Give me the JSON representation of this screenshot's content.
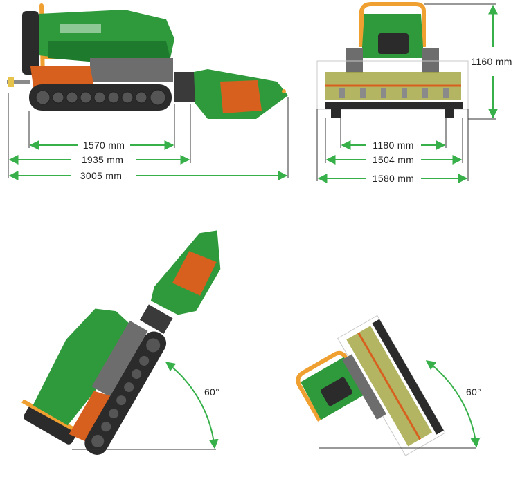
{
  "colors": {
    "dimension_line": "#37b04a",
    "body_green": "#2f9a3c",
    "body_green_dark": "#1e7a2c",
    "orange": "#d8601f",
    "roll_bar": "#f0a030",
    "track": "#2b2b2b",
    "metal_grey": "#7a7a7a",
    "flail_olive": "#a6a848",
    "text": "#222222"
  },
  "side_view": {
    "dim_width_1": "1570 mm",
    "dim_width_2": "1935 mm",
    "dim_width_total": "3005 mm"
  },
  "front_view": {
    "dim_height": "1160 mm",
    "dim_width_1": "1180 mm",
    "dim_width_2": "1504 mm",
    "dim_width_total": "1580 mm"
  },
  "side_slope_view": {
    "angle_label": "60°"
  },
  "front_slope_view": {
    "angle_label": "60°"
  }
}
